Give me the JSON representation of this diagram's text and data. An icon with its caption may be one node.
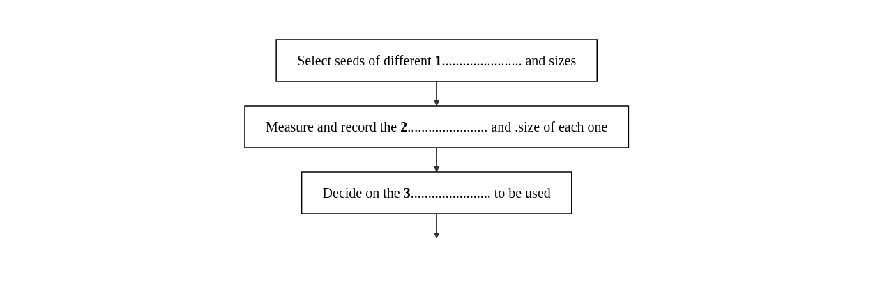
{
  "diagram": {
    "nodes": [
      {
        "text": [
          "Select seeds of different **1**....................... and sizes"
        ]
      },
      {
        "text": [
          "Measure and record the **2**....................... and .size of each one"
        ]
      },
      {
        "text": [
          "Decide on the **3**....................... to be used"
        ]
      }
    ],
    "edges": [
      {
        "from": 0,
        "to": 1,
        "arrow": "to"
      },
      {
        "from": 1,
        "to": 2,
        "arrow": "to"
      },
      {
        "from": 2,
        "to": null,
        "arrow": "to"
      }
    ]
  }
}
